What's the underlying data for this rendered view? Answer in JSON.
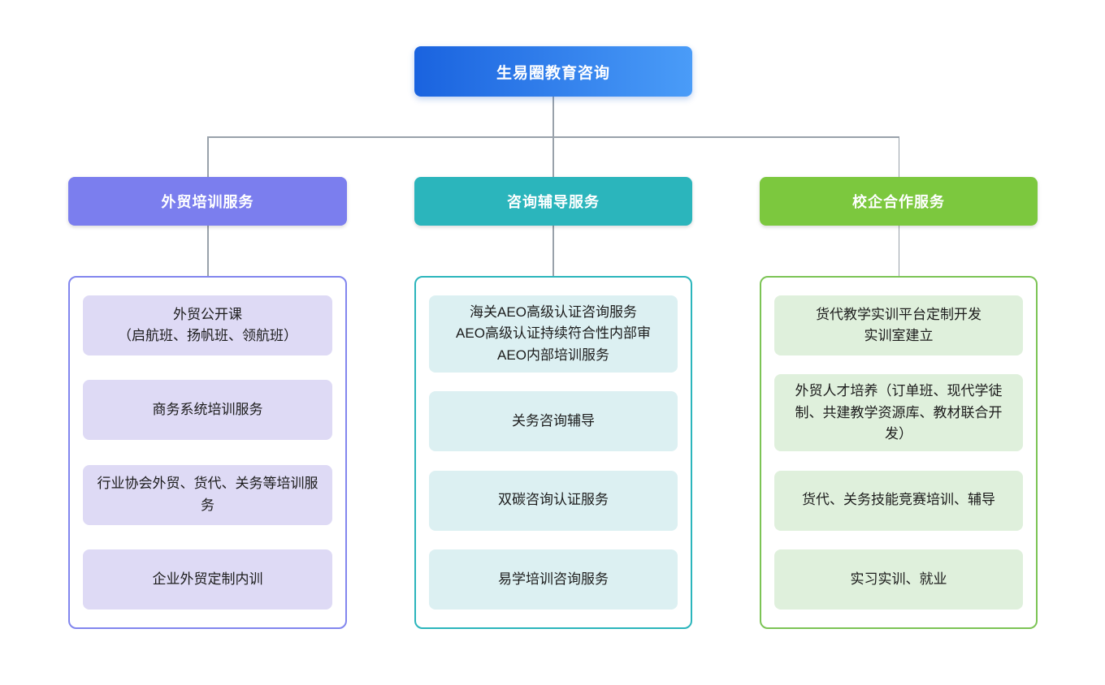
{
  "root": {
    "label": "生易圈教育咨询",
    "gradient_from": "#1a63df",
    "gradient_to": "#4a9cf8"
  },
  "connector_color": "#99a1aa",
  "branches": [
    {
      "label": "外贸培训服务",
      "header_color": "#7b7eee",
      "border_color": "#8286ee",
      "item_bg": "#dedaf5",
      "items": [
        "外贸公开课\n（启航班、扬帆班、领航班）",
        "商务系统培训服务",
        "行业协会外贸、货代、关务等培训服务",
        "企业外贸定制内训"
      ]
    },
    {
      "label": "咨询辅导服务",
      "header_color": "#2bb5bc",
      "border_color": "#2bb5bc",
      "item_bg": "#dcf0f2",
      "items": [
        "海关AEO高级认证咨询服务\nAEO高级认证持续符合性内部审\nAEO内部培训服务",
        "关务咨询辅导",
        "双碳咨询认证服务",
        "易学培训咨询服务"
      ]
    },
    {
      "label": "校企合作服务",
      "header_color": "#7cc83e",
      "border_color": "#7cc455",
      "item_bg": "#dff0dc",
      "items": [
        "货代教学实训平台定制开发\n实训室建立",
        "外贸人才培养（订单班、现代学徒制、共建教学资源库、教材联合开发）",
        "货代、关务技能竞赛培训、辅导",
        "实习实训、就业"
      ]
    }
  ]
}
